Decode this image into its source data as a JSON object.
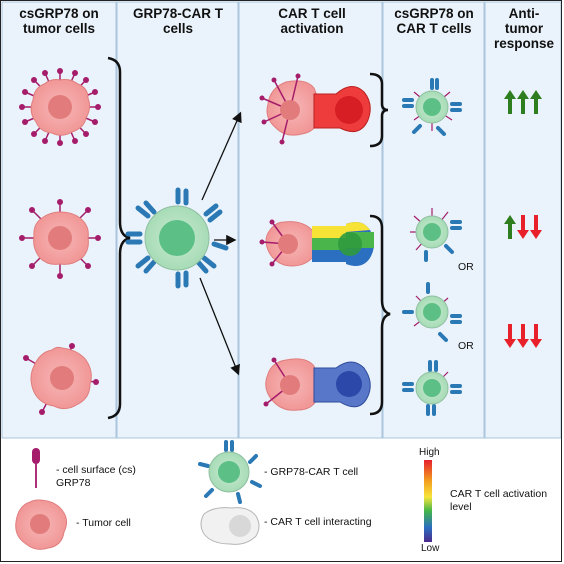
{
  "headers": {
    "col1": "csGRP78 on tumor cells",
    "col2": "GRP78-CAR T cells",
    "col3": "CAR T cell activation",
    "col4": "csGRP78 on CAR T cells",
    "col5": "Anti-tumor response"
  },
  "or_label_1": "OR",
  "or_label_2": "OR",
  "legend": {
    "grp78": "- cell surface (cs) GRP78",
    "tumor": "- Tumor cell",
    "cart": "- GRP78-CAR T cell",
    "interacting": "- CAR T cell interacting",
    "scale_title": "CAR T cell activation level",
    "high": "High",
    "low": "Low"
  },
  "colors": {
    "panel_bg": "#eaf3fb",
    "panel_border": "#a9c6de",
    "tumor": "#f4a8a8",
    "tumor_nucleus": "#e27b7b",
    "car_t": "#b9e3c4",
    "car_t_nucleus": "#5cbf86",
    "grp78": "#a51c6b",
    "car_receptor": "#2a79b5",
    "arrow_up": "#2e7d1f",
    "arrow_down": "#e8202a"
  },
  "responses": [
    {
      "arrows": [
        "up",
        "up",
        "up"
      ]
    },
    {
      "arrows": [
        "up",
        "down",
        "down"
      ]
    },
    {
      "arrows": [
        "down",
        "down",
        "down"
      ]
    }
  ]
}
